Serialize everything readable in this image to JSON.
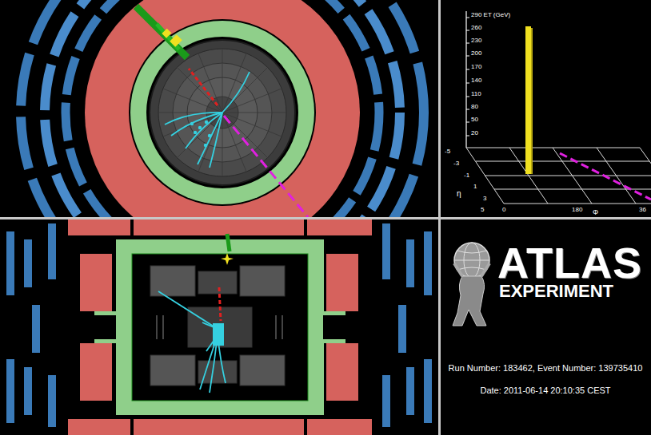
{
  "diagram": {
    "labels": [
      "290 ET (GeV)",
      "260",
      "230",
      "200",
      "170",
      "140",
      "110",
      "80",
      "50",
      "20",
      "-5",
      "-3",
      "-1",
      "η",
      "1",
      "3",
      "5",
      "0",
      "180",
      "Φ",
      "36",
      "ATLAS",
      "EXPERIMENT",
      "Run Number: 183462, Event Number: 139735410",
      "Date: 2011-06-14 20:10:35 CEST"
    ]
  }
}
